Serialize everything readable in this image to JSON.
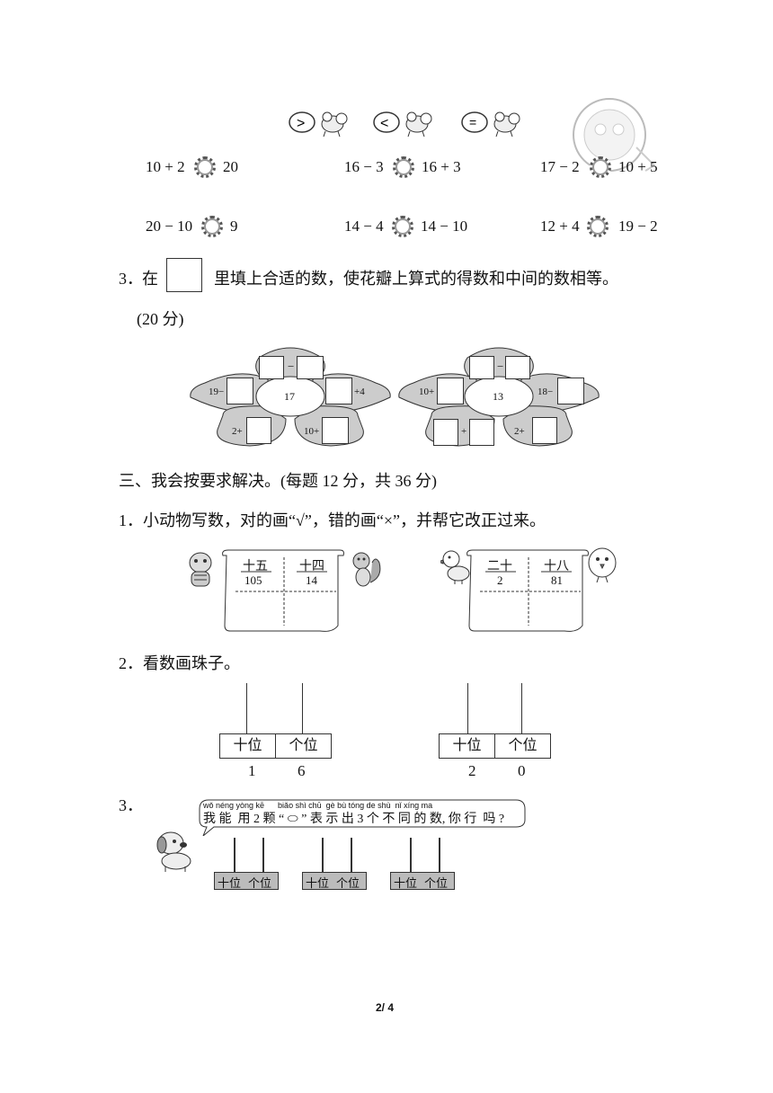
{
  "legend": {
    "gt": ">",
    "lt": "<",
    "eq": "="
  },
  "compare": {
    "row1": [
      {
        "left": "10 + 2",
        "right": "20"
      },
      {
        "left": "16 − 3",
        "right": "16 + 3"
      },
      {
        "left": "17 − 2",
        "right": "10 + 5"
      }
    ],
    "row2": [
      {
        "left": "20 − 10",
        "right": "9"
      },
      {
        "left": "14 − 4",
        "right": "14 − 10"
      },
      {
        "left": "12 + 4",
        "right": "19 − 2"
      }
    ]
  },
  "q3": {
    "number": "3．",
    "text_before": "在",
    "text_after": "里填上合适的数，使花瓣上算式的得数和中间的数相等。",
    "score": "(20 分)"
  },
  "flower1": {
    "center": "17",
    "top_op": "−",
    "left": "19−",
    "right": "+4",
    "bl": "2+",
    "br": "10+"
  },
  "flower2": {
    "center": "13",
    "top_op": "−",
    "left": "10+",
    "right": "18−",
    "bl_op": "+",
    "br": "2+"
  },
  "section3": {
    "heading": "三、我会按要求解决。(每题 12 分，共 36 分)",
    "q1": "1．小动物写数，对的画“√”，错的画“×”，并帮它改正过来。",
    "scroll1": [
      {
        "word": "十五",
        "num": "105"
      },
      {
        "word": "十四",
        "num": "14"
      }
    ],
    "scroll2": [
      {
        "word": "二十",
        "num": "2"
      },
      {
        "word": "十八",
        "num": "81"
      }
    ],
    "q2": "2．看数画珠子。",
    "abacus1": {
      "tens": "十位",
      "ones": "个位",
      "digit_tens": "1",
      "digit_ones": "6"
    },
    "abacus2": {
      "tens": "十位",
      "ones": "个位",
      "digit_tens": "2",
      "digit_ones": "0"
    },
    "q3_number": "3．",
    "bubble_pinyin": "wǒ néng yòng kē      biǎo shì chū  gè bù tóng de shù  nǐ xíng ma",
    "bubble_text": "我 能  用 2 颗 “ ⬭ ” 表 示 出 3 个 不 同 的 数, 你 行  吗 ?",
    "mini_tens": "十位",
    "mini_ones": "个位"
  },
  "footer": {
    "page": "2/ 4"
  }
}
